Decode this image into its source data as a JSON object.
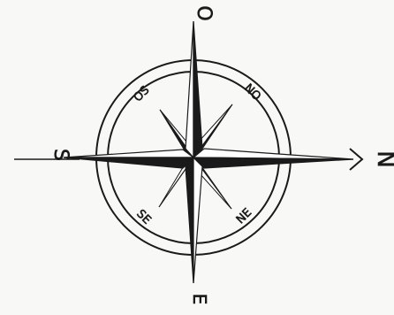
{
  "compass": {
    "labels": {
      "top": "O",
      "bottom": "E",
      "left": "S",
      "right": "N",
      "upper_left": "OS",
      "upper_right": "NO",
      "lower_left": "SE",
      "lower_right": "NE"
    },
    "colors": {
      "ink": "#1a1a1a",
      "paper": "#f8f8f6"
    }
  }
}
